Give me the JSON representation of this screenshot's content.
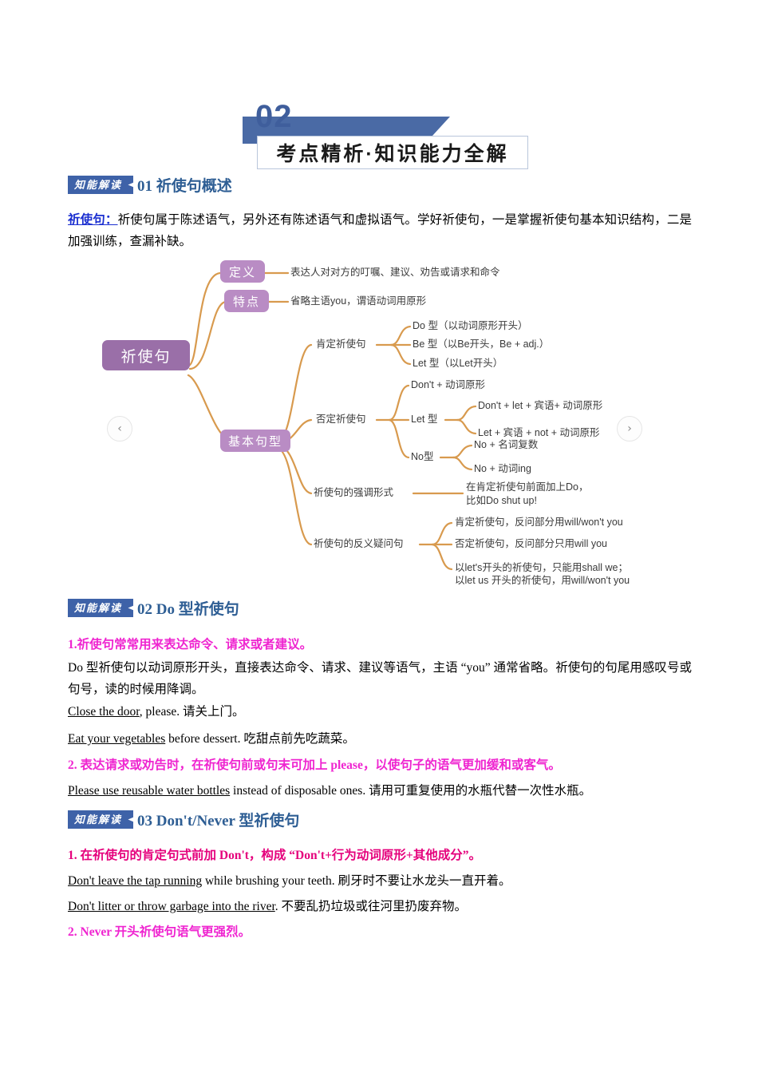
{
  "banner": {
    "number": "02",
    "title": "考点精析·知识能力全解"
  },
  "sections": [
    {
      "badge": "知能解读",
      "title": "01 祈使句概述"
    },
    {
      "badge": "知能解读",
      "title": "02 Do 型祈使句"
    },
    {
      "badge": "知能解读",
      "title": "03 Don't/Never 型祈使句"
    }
  ],
  "intro": {
    "keyword": "祈使句：",
    "body": "祈使句属于陈述语气，另外还有陈述语气和虚拟语气。学好祈使句，一是掌握祈使句基本知识结构，二是加强训练，查漏补缺。"
  },
  "mindmap": {
    "root": "祈使句",
    "branches": [
      {
        "node": "定义",
        "text": "表达人对对方的叮嘱、建议、劝告或请求和命令"
      },
      {
        "node": "特点",
        "text": "省略主语you，谓语动词用原形"
      },
      {
        "node": "基本句型"
      }
    ],
    "affirmative": {
      "label": "肯定祈使句",
      "items": [
        "Do 型（以动词原形开头）",
        "Be 型（以Be开头，Be + adj.）",
        "Let 型（以Let开头）"
      ]
    },
    "negative": {
      "label": "否定祈使句",
      "items": [
        {
          "label": "Don't + 动词原形",
          "children": []
        },
        {
          "label": "Let 型",
          "children": [
            "Don't + let + 宾语+ 动词原形",
            "Let + 宾语 + not + 动词原形"
          ]
        },
        {
          "label": "No型",
          "children": [
            "No + 名词复数",
            "No + 动词ing"
          ]
        }
      ]
    },
    "emphasis": {
      "label": "祈使句的强调形式",
      "text_line1": "在肯定祈使句前面加上Do，",
      "text_line2": "比如Do shut up!"
    },
    "tag_question": {
      "label": "祈使句的反义疑问句",
      "items": [
        "肯定祈使句，反问部分用will/won't you",
        "否定祈使句，反问部分只用will you",
        "以let's开头的祈使句，只能用shall we；"
      ],
      "item3_line2": "以let us 开头的祈使句，用will/won't you"
    },
    "nav": {
      "prev": "‹",
      "next": "›"
    }
  },
  "do_section": {
    "point1": "1.祈使句常常用来表达命令、请求或者建议。",
    "para1": "Do 型祈使句以动词原形开头，直接表达命令、请求、建议等语气，主语 “you” 通常省略。祈使句的句尾用感叹号或句号，读的时候用降调。",
    "example1_en": "Close the door",
    "example1_rest": ", please. 请关上门。",
    "example2_en": "Eat your vegetables",
    "example2_rest": " before dessert. 吃甜点前先吃蔬菜。",
    "point2": "2. 表达请求或劝告时，在祈使句前或句末可加上 please，以使句子的语气更加缓和或客气。",
    "example3_en": "Please use reusable water bottles",
    "example3_rest": " instead of disposable ones. 请用可重复使用的水瓶代替一次性水瓶。"
  },
  "dont_section": {
    "point1": "1. 在祈使句的肯定句式前加 Don't，构成 “Don't+行为动词原形+其他成分”。",
    "example1_en": "Don't leave the tap running",
    "example1_rest": " while brushing your teeth. 刷牙时不要让水龙头一直开着。",
    "example2_en": "Don't litter or throw garbage into the river",
    "example2_rest": ". 不要乱扔垃圾或往河里扔废弃物。",
    "point2": "2. Never 开头祈使句语气更强烈。"
  }
}
